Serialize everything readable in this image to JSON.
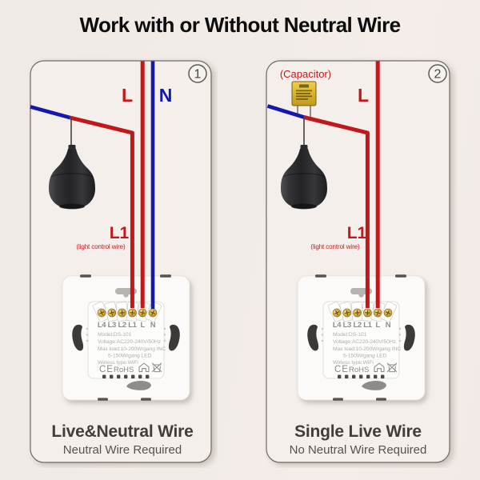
{
  "title": "Work with or Without Neutral Wire",
  "panels": [
    {
      "number": "1",
      "live_label": "L",
      "neutral_label": "N",
      "l1_label": "L1",
      "l1_note": "(light control wire)",
      "caption": "Live&Neutral Wire",
      "subcaption": "Neutral Wire Required"
    },
    {
      "number": "2",
      "capacitor_label": "(Capacitor)",
      "live_label": "L",
      "l1_label": "L1",
      "l1_note": "(light control wire)",
      "caption": "Single Live Wire",
      "subcaption": "No Neutral Wire Required"
    }
  ],
  "switch_module": {
    "terminals": [
      "L4",
      "L3",
      "L2",
      "L1",
      "L",
      "N"
    ],
    "specs": [
      "Model:DS-101",
      "Voltage:AC220-240V/50Hz",
      "Max load:10-200W/gang  INC",
      "5-150W/gang  LED",
      "Wirless type:WiFi"
    ],
    "cert_ce": "CE",
    "cert_rohs": "RoHS",
    "icons": [
      "house-outline-icon",
      "crossed-out-bin-icon"
    ]
  },
  "colors": {
    "live": "#c2181b",
    "neutral": "#1518ae",
    "panel": "#f4efeb",
    "background": "#f1ebe7",
    "capacitor": "#d9b32a",
    "title_text": "#0d0d0d",
    "caption_text": "#403e3c"
  }
}
